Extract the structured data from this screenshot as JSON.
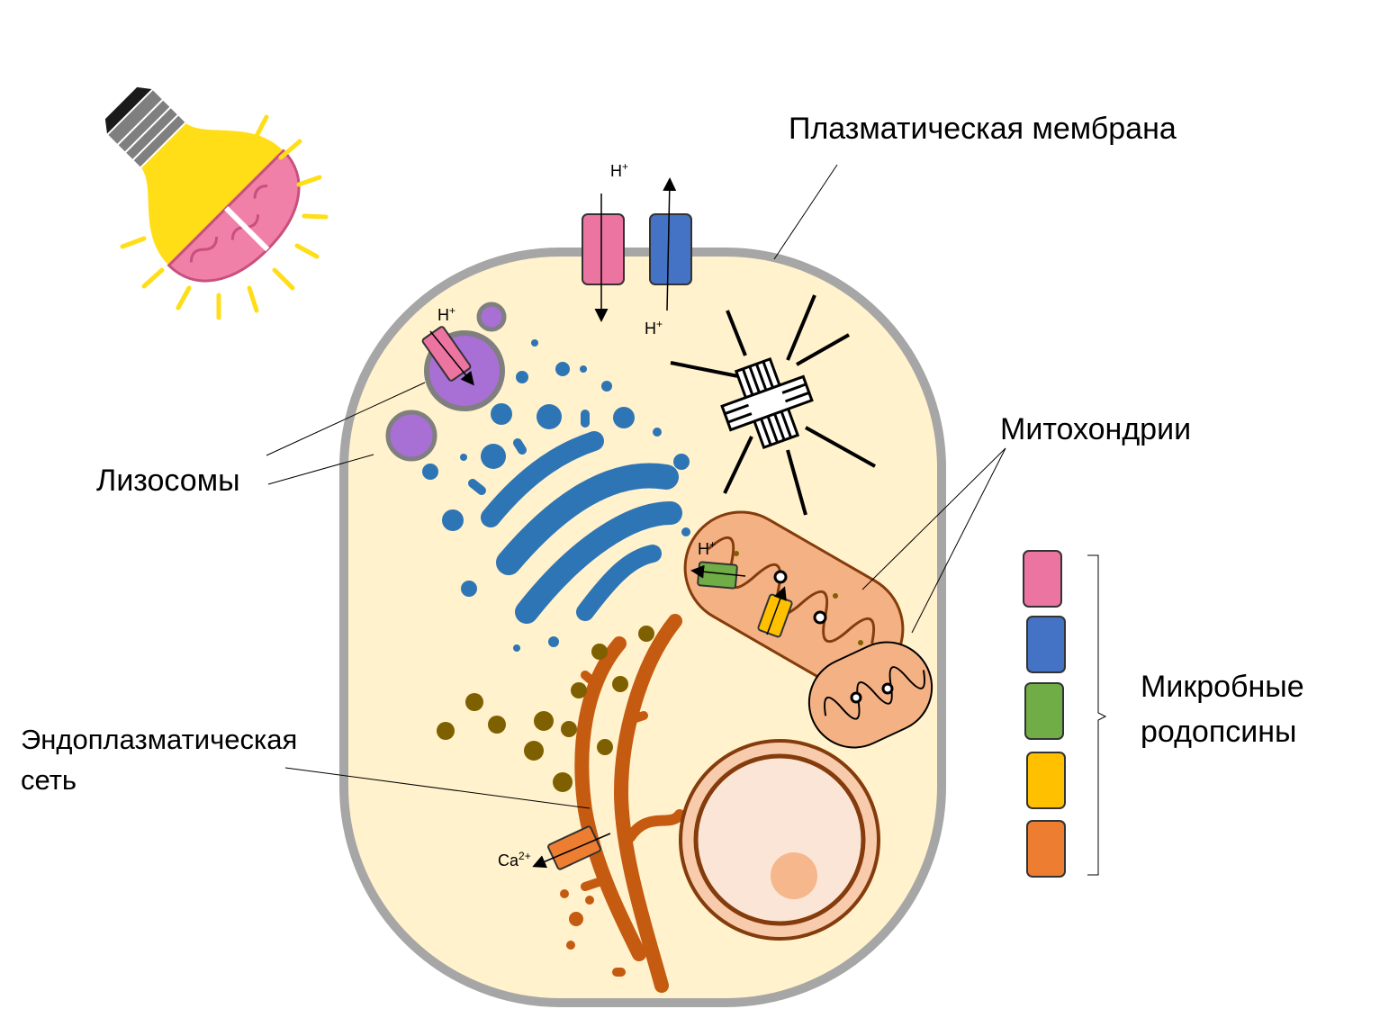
{
  "labels": {
    "plasma_membrane": "Плазматическая мембрана",
    "lysosomes": "Лизосомы",
    "mitochondria": "Митохондрии",
    "er_line1": "Эндоплазматическая",
    "er_line2": "сеть",
    "rhodopsins_line1": "Микробные",
    "rhodopsins_line2": "родопсины"
  },
  "ions": {
    "h": "H",
    "plus": "+",
    "ca": "Ca",
    "ca_charge": "2+"
  },
  "colors": {
    "cytoplasm": "#fff2cc",
    "membrane": "#a6a6a6",
    "pink_rhodopsin": "#ec74a0",
    "blue_rhodopsin": "#4472c4",
    "green_rhodopsin": "#70ad47",
    "yellow_rhodopsin": "#ffc000",
    "orange_rhodopsin": "#ed7d31",
    "golgi": "#2e75b6",
    "er": "#c55a11",
    "mitochondria": "#f4b183",
    "lysosome": "#a86fd4"
  }
}
